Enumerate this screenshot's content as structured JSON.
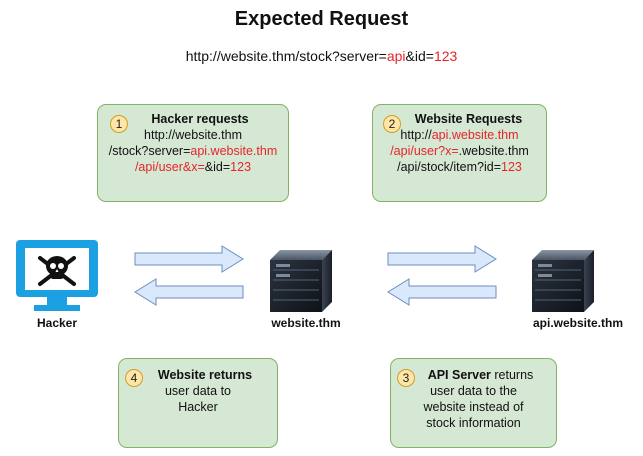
{
  "title": "Expected Request",
  "url": {
    "base": "http://website.thm/stock?server=",
    "param": "api",
    "middle": "&id=",
    "id": "123"
  },
  "boxes": {
    "b1": {
      "num": "1",
      "title": "Hacker requests",
      "l2": "http://website.thm",
      "l3a": "/stock?server=",
      "l3b": "api.website.thm",
      "l4a": "/api/user&x=",
      "l4b": "&id=",
      "l4c": "123"
    },
    "b2": {
      "num": "2",
      "title": "Website Requests",
      "l2a": "http://",
      "l2b": "api.website.thm",
      "l3a": "/api/user?x=",
      "l3b": ".website.thm",
      "l4a": "/api/stock/item?id=",
      "l4b": "123"
    },
    "b3": {
      "num": "3",
      "title": "API Server",
      "t1": " returns",
      "l2": "user data to the",
      "l3": "website instead of",
      "l4": "stock information"
    },
    "b4": {
      "num": "4",
      "title": "Website returns",
      "l2": "user data to",
      "l3": "Hacker"
    }
  },
  "nodes": {
    "hacker": "Hacker",
    "website": "website.thm",
    "api": "api.website.thm"
  },
  "colors": {
    "box_fill": "#d5e8d4",
    "box_border": "#82b366",
    "arrow_fill": "#dae8fc",
    "arrow_border": "#6c8ebf",
    "highlight": "#e8242b",
    "monitor": "#1ba1e2"
  },
  "icons": {
    "hacker": "skull-monitor-icon",
    "server": "server-icon"
  }
}
